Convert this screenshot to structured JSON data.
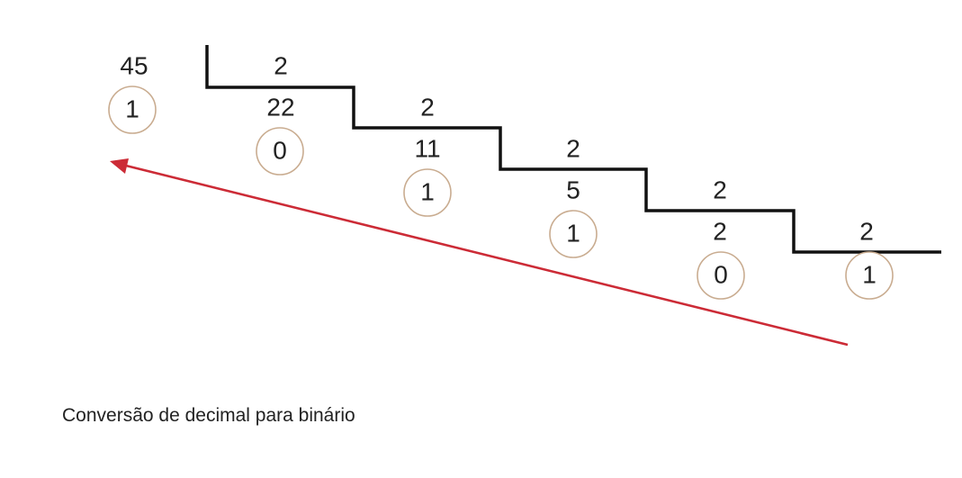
{
  "diagram": {
    "dividend": "45",
    "steps": [
      {
        "divisor": "2",
        "remainder": "1"
      },
      {
        "divisor": "2",
        "quotient": "22",
        "remainder": "0"
      },
      {
        "divisor": "2",
        "quotient": "11",
        "remainder": "1"
      },
      {
        "divisor": "2",
        "quotient": "5",
        "remainder": "1"
      },
      {
        "divisor": "2",
        "quotient": "2",
        "remainder": "0"
      },
      {
        "divisor": "2",
        "remainder": "1"
      }
    ],
    "arrow_color": "#cc2b36",
    "circle_color": "#c9ac90"
  },
  "caption": "Conversão de decimal para binário"
}
